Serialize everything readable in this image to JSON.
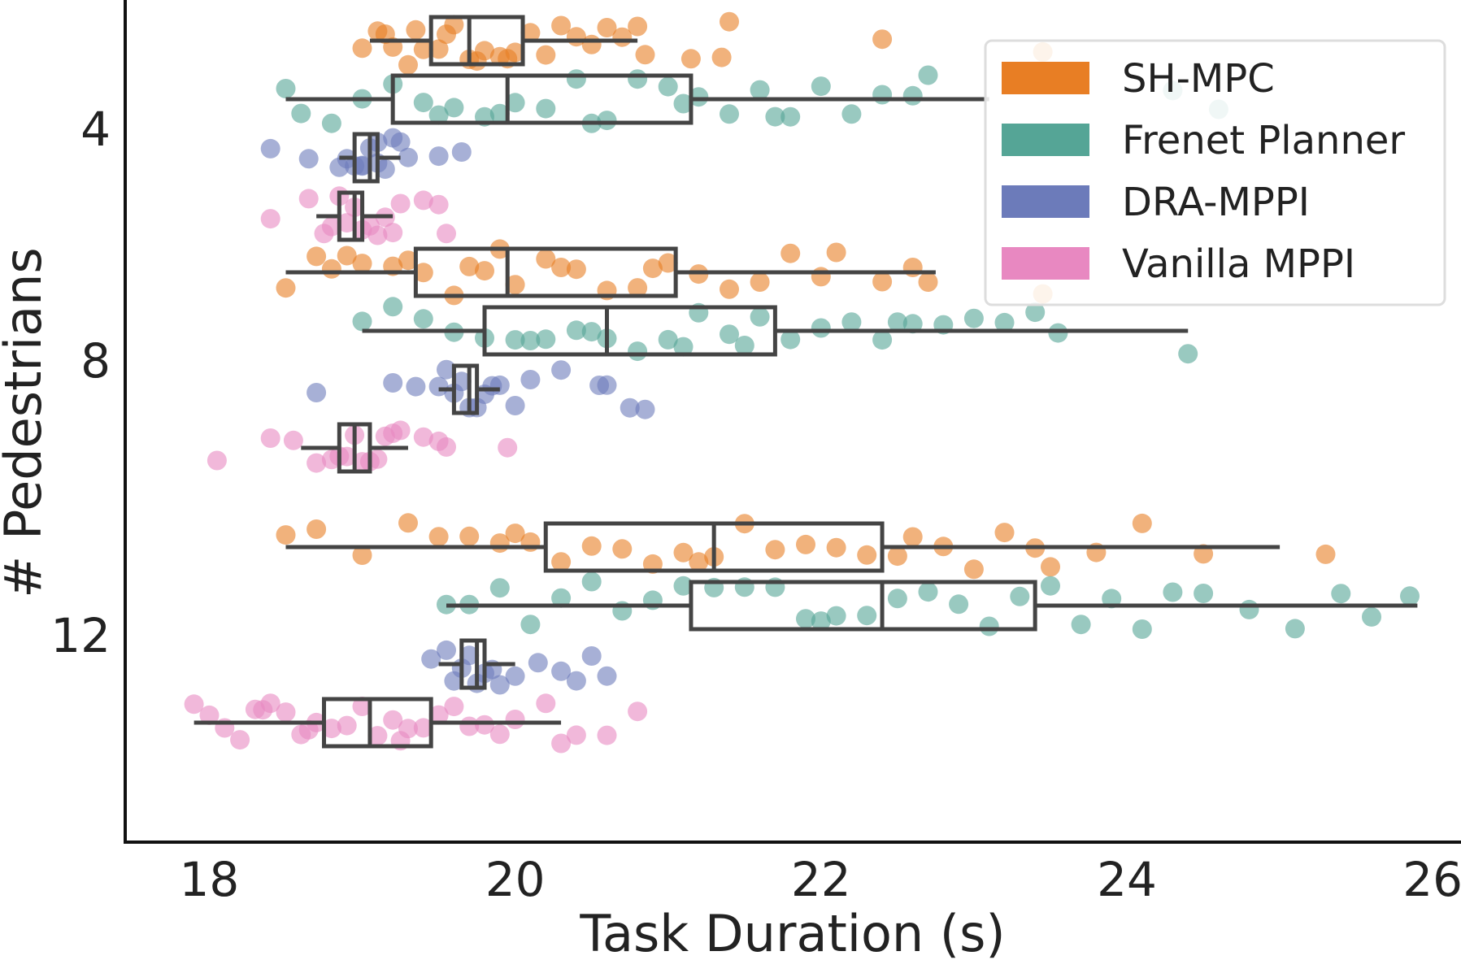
{
  "chart_data": {
    "type": "boxplot-strip",
    "orientation": "horizontal",
    "xlabel": "Task Duration (s)",
    "ylabel": "# Pedestrians",
    "xlim": [
      17.45,
      26.1
    ],
    "xticks": [
      18,
      20,
      22,
      24,
      26
    ],
    "categories": [
      "4",
      "8",
      "12"
    ],
    "legend_position": "top-right",
    "grid": false,
    "series": [
      {
        "name": "SH-MPC",
        "color": "#E87E24",
        "boxes": [
          {
            "category": "4",
            "whisker_low": 19.05,
            "q1": 19.45,
            "median": 19.7,
            "q3": 20.05,
            "whisker_high": 20.8
          },
          {
            "category": "8",
            "whisker_low": 18.5,
            "q1": 19.35,
            "median": 19.95,
            "q3": 21.05,
            "whisker_high": 22.75
          },
          {
            "category": "12",
            "whisker_low": 18.5,
            "q1": 20.2,
            "median": 21.3,
            "q3": 22.4,
            "whisker_high": 25.0
          }
        ],
        "points": [
          {
            "category": "4",
            "x": [
              19.0,
              19.1,
              19.2,
              19.3,
              19.4,
              19.5,
              19.6,
              19.7,
              19.8,
              19.9,
              20.0,
              20.1,
              20.2,
              20.3,
              20.5,
              20.6,
              20.8,
              20.85,
              21.15,
              21.35,
              21.4,
              22.4,
              23.45,
              19.15,
              19.35,
              19.55,
              19.75,
              19.95,
              20.4,
              20.7
            ]
          },
          {
            "category": "8",
            "x": [
              18.5,
              18.7,
              18.9,
              19.0,
              19.2,
              19.4,
              19.6,
              19.8,
              20.0,
              20.2,
              20.4,
              20.6,
              20.8,
              21.0,
              21.2,
              21.4,
              21.6,
              21.8,
              22.0,
              22.1,
              22.4,
              22.6,
              22.7,
              19.3,
              19.7,
              20.3,
              20.9,
              23.45,
              18.8,
              19.9
            ]
          },
          {
            "category": "12",
            "x": [
              18.5,
              18.7,
              19.0,
              19.3,
              19.5,
              19.7,
              19.9,
              20.0,
              20.3,
              20.5,
              20.7,
              20.9,
              21.1,
              21.3,
              21.5,
              21.7,
              21.9,
              22.1,
              22.3,
              22.6,
              22.8,
              23.0,
              23.2,
              23.4,
              23.5,
              23.8,
              24.1,
              24.5,
              25.3,
              20.1,
              21.2,
              22.5
            ]
          }
        ]
      },
      {
        "name": "Frenet Planner",
        "color": "#55A596",
        "boxes": [
          {
            "category": "4",
            "whisker_low": 18.5,
            "q1": 19.2,
            "median": 19.95,
            "q3": 21.15,
            "whisker_high": 23.1
          },
          {
            "category": "8",
            "whisker_low": 19.0,
            "q1": 19.8,
            "median": 20.6,
            "q3": 21.7,
            "whisker_high": 24.4
          },
          {
            "category": "12",
            "whisker_low": 19.55,
            "q1": 21.15,
            "median": 22.4,
            "q3": 23.4,
            "whisker_high": 25.9
          }
        ],
        "points": [
          {
            "category": "4",
            "x": [
              18.5,
              18.6,
              18.8,
              19.0,
              19.2,
              19.4,
              19.6,
              19.8,
              20.0,
              20.2,
              20.4,
              20.6,
              20.8,
              21.0,
              21.2,
              21.4,
              21.6,
              21.8,
              22.0,
              22.2,
              22.4,
              22.6,
              22.7,
              24.3,
              24.6,
              19.5,
              19.9,
              20.5,
              21.1,
              21.7
            ]
          },
          {
            "category": "8",
            "x": [
              19.0,
              19.2,
              19.4,
              19.6,
              19.8,
              20.0,
              20.2,
              20.4,
              20.6,
              20.8,
              21.0,
              21.2,
              21.4,
              21.6,
              21.8,
              22.0,
              22.2,
              22.4,
              22.6,
              22.8,
              23.0,
              23.2,
              23.4,
              23.55,
              24.4,
              20.1,
              20.5,
              21.1,
              21.5,
              22.5
            ]
          },
          {
            "category": "12",
            "x": [
              19.55,
              19.7,
              19.9,
              20.1,
              20.3,
              20.5,
              20.7,
              20.9,
              21.1,
              21.3,
              21.5,
              21.7,
              21.9,
              22.1,
              22.3,
              22.5,
              22.7,
              22.9,
              23.1,
              23.3,
              23.5,
              23.7,
              23.9,
              24.1,
              24.3,
              24.5,
              24.8,
              25.1,
              25.4,
              25.6,
              25.85,
              22.0
            ]
          }
        ]
      },
      {
        "name": "DRA-MPPI",
        "color": "#6C7BBA",
        "boxes": [
          {
            "category": "4",
            "whisker_low": 18.85,
            "q1": 18.95,
            "median": 19.05,
            "q3": 19.1,
            "whisker_high": 19.25
          },
          {
            "category": "8",
            "whisker_low": 19.5,
            "q1": 19.6,
            "median": 19.7,
            "q3": 19.75,
            "whisker_high": 19.9
          },
          {
            "category": "12",
            "whisker_low": 19.5,
            "q1": 19.65,
            "median": 19.75,
            "q3": 19.8,
            "whisker_high": 20.0
          }
        ],
        "points": [
          {
            "category": "4",
            "x": [
              18.4,
              18.65,
              18.85,
              18.9,
              18.95,
              19.0,
              19.05,
              19.1,
              19.15,
              19.2,
              19.25,
              19.3,
              19.5,
              19.65,
              19.0,
              19.1
            ]
          },
          {
            "category": "8",
            "x": [
              18.7,
              19.2,
              19.35,
              19.5,
              19.6,
              19.65,
              19.7,
              19.75,
              19.8,
              19.9,
              20.0,
              20.1,
              20.3,
              20.55,
              20.6,
              20.75,
              20.85,
              19.55,
              19.85
            ]
          },
          {
            "category": "12",
            "x": [
              19.45,
              19.55,
              19.6,
              19.7,
              19.75,
              19.8,
              19.9,
              20.0,
              20.15,
              20.3,
              20.4,
              20.5,
              20.6,
              19.65,
              19.85
            ]
          }
        ]
      },
      {
        "name": "Vanilla MPPI",
        "color": "#E888C1",
        "boxes": [
          {
            "category": "4",
            "whisker_low": 18.7,
            "q1": 18.85,
            "median": 18.95,
            "q3": 19.0,
            "whisker_high": 19.2
          },
          {
            "category": "8",
            "whisker_low": 18.6,
            "q1": 18.85,
            "median": 18.95,
            "q3": 19.05,
            "whisker_high": 19.3
          },
          {
            "category": "12",
            "whisker_low": 17.9,
            "q1": 18.75,
            "median": 19.05,
            "q3": 19.45,
            "whisker_high": 20.3
          }
        ],
        "points": [
          {
            "category": "4",
            "x": [
              18.4,
              18.65,
              18.75,
              18.8,
              18.85,
              18.9,
              18.95,
              19.0,
              19.05,
              19.1,
              19.15,
              19.2,
              19.25,
              19.4,
              19.5,
              19.55
            ]
          },
          {
            "category": "8",
            "x": [
              18.05,
              18.4,
              18.55,
              18.7,
              18.8,
              18.85,
              18.9,
              18.95,
              19.0,
              19.05,
              19.1,
              19.15,
              19.2,
              19.25,
              19.4,
              19.5,
              19.55,
              19.95
            ]
          },
          {
            "category": "12",
            "x": [
              17.9,
              18.0,
              18.1,
              18.2,
              18.3,
              18.4,
              18.5,
              18.6,
              18.7,
              18.8,
              18.9,
              19.0,
              19.1,
              19.2,
              19.3,
              19.4,
              19.5,
              19.6,
              19.7,
              19.8,
              19.9,
              20.0,
              20.2,
              20.3,
              20.4,
              20.6,
              20.8,
              18.35,
              18.65,
              19.25
            ]
          }
        ]
      }
    ]
  }
}
